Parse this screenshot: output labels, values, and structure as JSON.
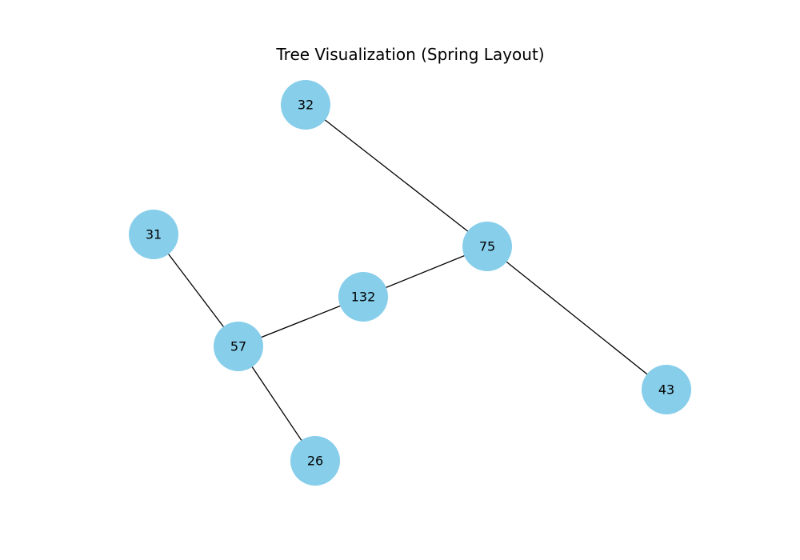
{
  "title": "Tree Visualization (Spring Layout)",
  "colors": {
    "node_fill": "#87ceeb",
    "edge": "#000000"
  },
  "nodes": [
    {
      "id": "32",
      "label": "32"
    },
    {
      "id": "75",
      "label": "75"
    },
    {
      "id": "31",
      "label": "31"
    },
    {
      "id": "132",
      "label": "132"
    },
    {
      "id": "57",
      "label": "57"
    },
    {
      "id": "43",
      "label": "43"
    },
    {
      "id": "26",
      "label": "26"
    }
  ],
  "edges": [
    [
      "32",
      "75"
    ],
    [
      "75",
      "132"
    ],
    [
      "75",
      "43"
    ],
    [
      "132",
      "57"
    ],
    [
      "31",
      "57"
    ],
    [
      "57",
      "26"
    ]
  ]
}
